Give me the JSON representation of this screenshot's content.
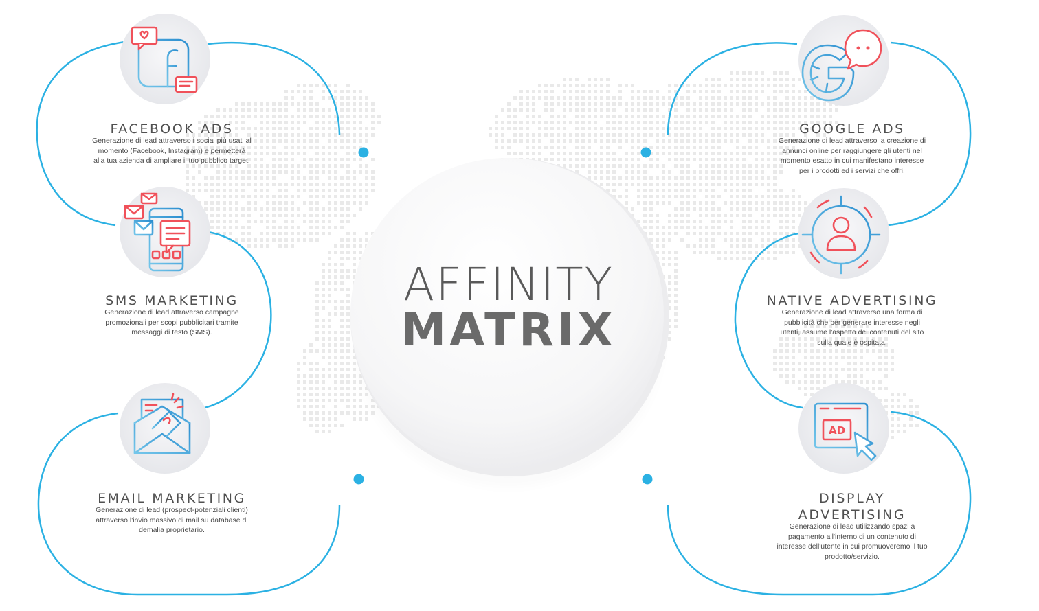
{
  "center": {
    "line1": "AFFINITY",
    "line2": "MATRIX"
  },
  "nodes": [
    {
      "id": "facebook",
      "title": "FACEBOOK ADS",
      "icon": "facebook-icon",
      "desc": [
        "Generazione di lead attraverso i social più usati al",
        "momento (Facebook, Instagram) e permetterà",
        "alla tua azienda di ampliare il tuo pubblico target."
      ]
    },
    {
      "id": "sms",
      "title": "SMS MARKETING",
      "icon": "smartphone-sms-icon",
      "desc": [
        "Generazione di lead attraverso campagne",
        "promozionali per scopi pubblicitari tramite",
        "messaggi di testo (SMS)."
      ]
    },
    {
      "id": "email",
      "title": "EMAIL MARKETING",
      "icon": "envelope-megaphone-icon",
      "desc": [
        "Generazione di lead (prospect-potenziali clienti)",
        "attraverso l'invio massivo di mail su database di",
        "demalia proprietario."
      ]
    },
    {
      "id": "google",
      "title": "GOOGLE ADS",
      "icon": "google-icon",
      "desc": [
        "Generazione di lead attraverso la creazione di",
        "annunci online per raggiungere gli utenti nel",
        "momento esatto in cui manifestano interesse",
        "per i prodotti ed i servizi che offri."
      ]
    },
    {
      "id": "native",
      "title": "NATIVE ADVERTISING",
      "icon": "target-user-icon",
      "desc": [
        "Generazione di lead attraverso una forma di",
        "pubblicità che per generare interesse negli",
        "utenti, assume l'aspetto dei contenuti del sito",
        "sulla quale è ospitata."
      ]
    },
    {
      "id": "display",
      "title": "DISPLAY",
      "title2": "ADVERTISING",
      "icon": "ad-browser-icon",
      "desc": [
        "Generazione di lead utilizzando spazi a",
        "pagamento all'interno di un contenuto di",
        "interesse dell'utente in cui promuoveremo il tuo",
        "prodotto/servizio."
      ]
    }
  ],
  "colors": {
    "accent": "#2bb1e3",
    "icon_red": "#f0515a",
    "title": "#505050",
    "text": "#4a4a4a",
    "map_dots": "#e9e9e9"
  }
}
